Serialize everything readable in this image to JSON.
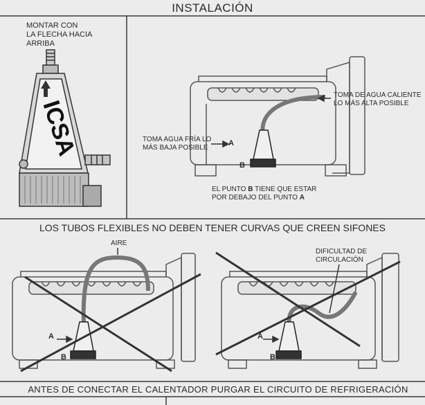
{
  "header": {
    "title": "INSTALACIÓN"
  },
  "panel_mount": {
    "caption_lines": [
      "MONTAR CON",
      "LA FLECHA HACIA",
      "ARRIBA"
    ]
  },
  "panel_ok": {
    "hot_label": [
      "TOMA DE AGUA CALIENTE",
      "LO MÁS ALTA POSIBLE"
    ],
    "cold_label": [
      "TOMA AGUA FRÍA LO",
      "MÁS BAJA POSIBLE"
    ],
    "note_prefix": "EL PUNTO ",
    "note_b": "B",
    "note_mid": " TIENE QUE ESTAR",
    "note_line2_prefix": "POR DEBAJO DEL PUNTO ",
    "note_a": "A",
    "point_a": "A",
    "point_b": "B"
  },
  "section_warning": {
    "text": "LOS TUBOS FLEXIBLES NO DEBEN TENER CURVAS QUE CREEN SIFONES"
  },
  "panel_air": {
    "label": "AIRE",
    "point_a": "A",
    "point_b": "B"
  },
  "panel_flow": {
    "label": [
      "DIFICULTAD DE",
      "CIRCULACIÓN"
    ],
    "point_a": "A",
    "point_b": "B"
  },
  "footer": {
    "text": "ANTES DE CONECTAR EL CALENTADOR PURGAR EL CIRCUITO DE REFRIGERACIÓN"
  },
  "device_logo": "ICSA"
}
